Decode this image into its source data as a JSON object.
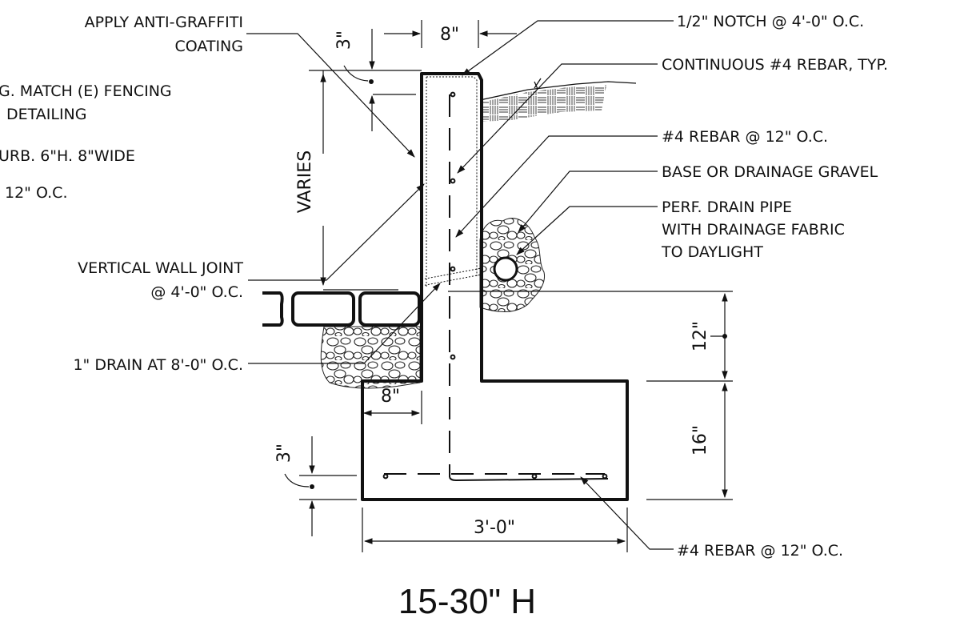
{
  "title": "15-30\" H",
  "callouts": {
    "anti_graffiti_1": "APPLY ANTI-GRAFFITI",
    "anti_graffiti_2": "COATING",
    "fencing_1": "G. MATCH (E) FENCING",
    "fencing_2": "DETAILING",
    "curb": "URB. 6\"H. 8\"WIDE",
    "oc_12": "12\" O.C.",
    "wall_joint_1": "VERTICAL WALL JOINT",
    "wall_joint_2": "@ 4'-0\" O.C.",
    "drain_1in": "1\" DRAIN AT 8'-0\" O.C.",
    "notch": "1/2\" NOTCH @ 4'-0\" O.C.",
    "continuous_rebar": "CONTINUOUS #4 REBAR, TYP.",
    "rebar_wall": "#4 REBAR @ 12\" O.C.",
    "gravel": "BASE OR DRAINAGE GRAVEL",
    "drain_pipe_1": "PERF. DRAIN PIPE",
    "drain_pipe_2": "WITH DRAINAGE FABRIC",
    "drain_pipe_3": "TO DAYLIGHT",
    "rebar_footing": "#4 REBAR @ 12\" O.C."
  },
  "dimensions": {
    "wall_width": "8\"",
    "top_cover": "3\"",
    "height": "VARIES",
    "toe": "8\"",
    "bottom_cover": "3\"",
    "footing_width": "3'-0\"",
    "embed": "12\"",
    "footing_depth": "16\""
  }
}
